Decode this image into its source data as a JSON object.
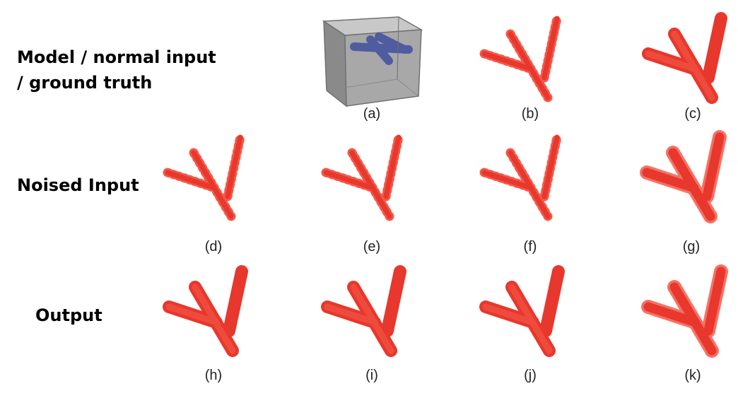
{
  "row_labels": {
    "model_line1": "Model / normal input",
    "model_line2": "/ ground truth",
    "noised": "Noised Input",
    "output": "Output"
  },
  "captions": {
    "a": "(a)",
    "b": "(b)",
    "c": "(c)",
    "d": "(d)",
    "e": "(e)",
    "f": "(f)",
    "g": "(g)",
    "h": "(h)",
    "i": "(i)",
    "j": "(j)",
    "k": "(k)"
  },
  "colors": {
    "marker": "#e8372c",
    "marker_light": "#f45848",
    "box_gray": "#9c9c9c",
    "tube_blue": "#3f4f9e"
  }
}
